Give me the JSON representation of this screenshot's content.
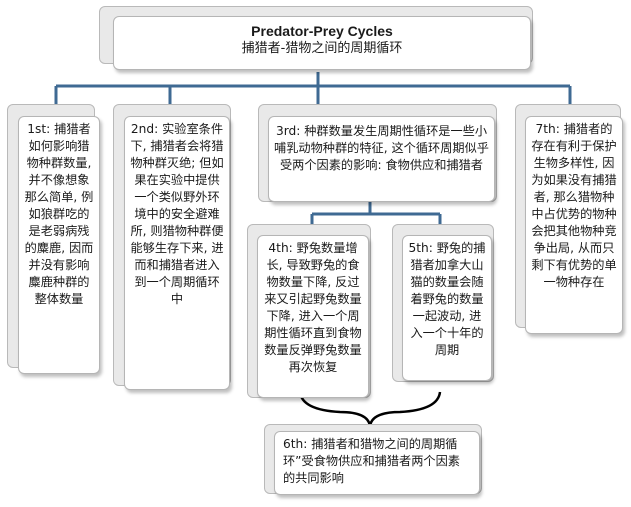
{
  "header": {
    "title": "Predator-Prey Cycles",
    "subtitle": "捕猎者-猎物之间的周期循环"
  },
  "nodes": {
    "first": "1st: 捕猎者如何影响猎物种群数量, 并不像想象那么简单, 例如狼群吃的是老弱病残的麋鹿, 因而并没有影响麋鹿种群的整体数量",
    "second": "2nd: 实验室条件下, 捕猎者会将猎物种群灭绝; 但如果在实验中提供一个类似野外环境中的安全避难所, 则猎物种群便能够生存下来, 进而和捕猎者进入到一个周期循环中",
    "third": "3rd: 种群数量发生周期性循环是一些小哺乳动物种群的特征, 这个循环周期似乎受两个因素的影响: 食物供应和捕猎者",
    "fourth": "4th: 野兔数量增长, 导致野兔的食物数量下降, 反过来又引起野兔数量下降, 进入一个周期性循环直到食物数量反弹野兔数量再次恢复",
    "fifth": "5th: 野兔的捕猎者加拿大山猫的数量会随着野兔的数量一起波动, 进入一个十年的周期",
    "sixth": "6th: 捕猎者和猎物之间的周期循环”受食物供应和捕猎者两个因素的共同影响",
    "seventh": "7th: 捕猎者的存在有利于保护生物多样性, 因为如果没有捕猎者, 那么猎物种中占优势的物种会把其他物种竞争出局, 从而只剩下有优势的单一物种存在"
  },
  "colors": {
    "connector": "#3f6a93",
    "box_border": "#b5b5b5",
    "back_panel": "#e9e9e9"
  }
}
